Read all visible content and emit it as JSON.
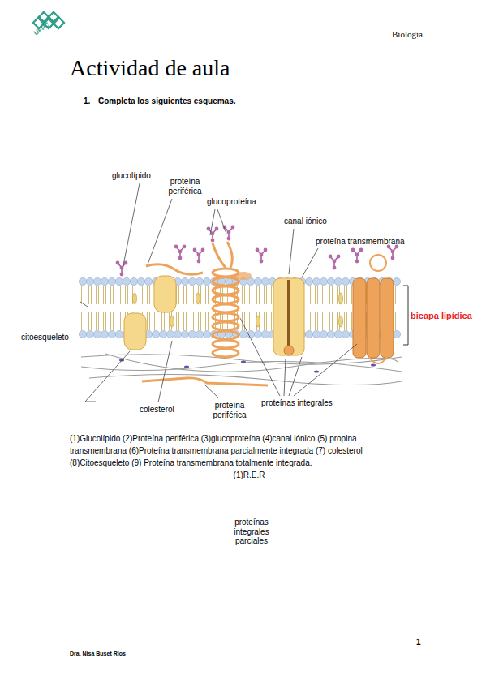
{
  "diagram": {
    "title": "Actividad de aula",
    "labels": [
      "UFPC",
      "Biología",
      "1.",
      "Completa los siguientes esquemas.",
      "glucolípido",
      "proteína periférica",
      "glucoproteína",
      "canal iónico",
      "proteína transmembrana",
      "bicapa lipídica",
      "citoesqueleto",
      "colesterol",
      "proteína periférica",
      "proteínas integrales",
      "(1)Glucolípido (2)Proteína periférica (3)glucoproteína (4)canal iónico (5) propina transmembrana (6)Proteína transmembrana parcialmente integrada (7) colesterol (8)Citoesqueleto (9) Proteína transmembrana totalmente integrada.",
      "(1)R.E.R",
      "proteínas integrales parciales",
      "1",
      "Dra. Nisa Buset Ríos"
    ]
  }
}
